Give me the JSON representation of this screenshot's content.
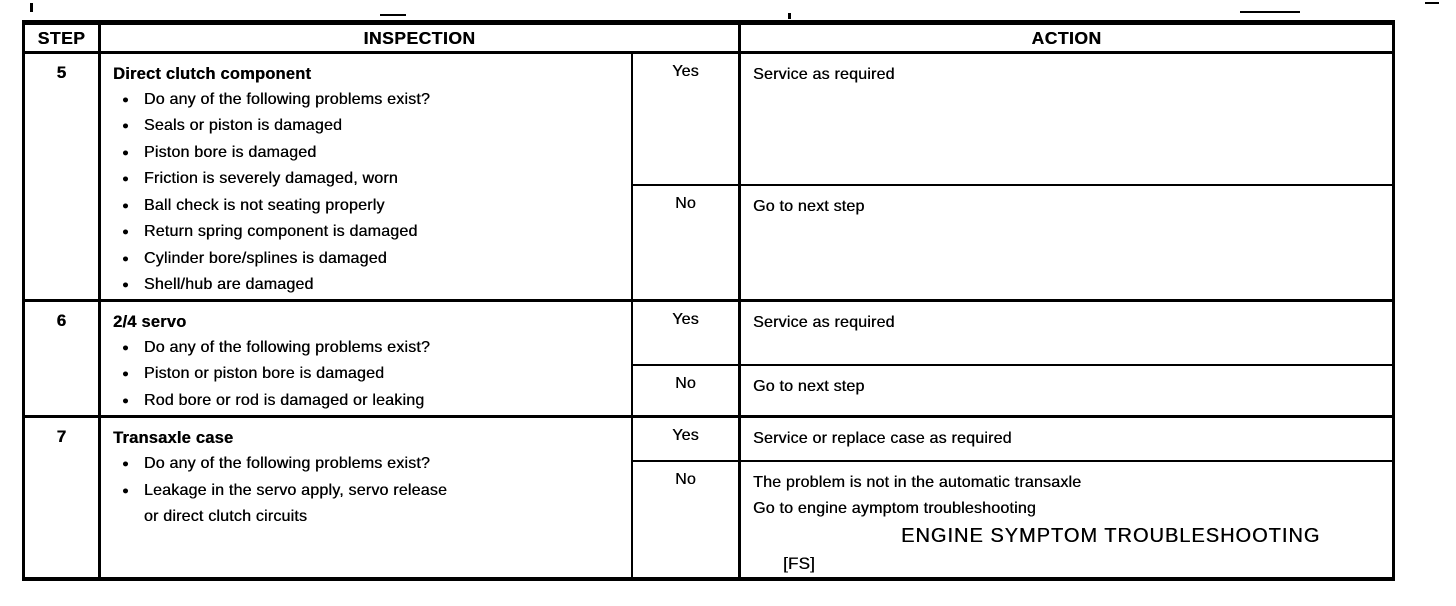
{
  "colors": {
    "ink": "#000000",
    "paper": "#ffffff"
  },
  "table": {
    "headers": {
      "step": "STEP",
      "inspection": "INSPECTION",
      "action": "ACTION"
    },
    "rows": [
      {
        "step": "5",
        "title": "Direct clutch component",
        "bullets": [
          "Do any of the following problems exist?",
          "Seals or piston is damaged",
          "Piston bore is damaged",
          "Friction is severely damaged, worn",
          "Ball check is not seating properly",
          "Return spring component is damaged",
          "Cylinder bore/splines is damaged",
          "Shell/hub are damaged"
        ],
        "branches": [
          {
            "answer": "Yes",
            "lines": [
              "Service as required"
            ]
          },
          {
            "answer": "No",
            "lines": [
              "Go to next step"
            ]
          }
        ]
      },
      {
        "step": "6",
        "title": "2/4 servo",
        "bullets": [
          "Do any of the following problems exist?",
          "Piston or piston bore is damaged",
          "Rod bore or rod is damaged or leaking"
        ],
        "branches": [
          {
            "answer": "Yes",
            "lines": [
              "Service as required"
            ]
          },
          {
            "answer": "No",
            "lines": [
              "Go to next step"
            ]
          }
        ]
      },
      {
        "step": "7",
        "title": "Transaxle case",
        "bullets": [
          "Do any of the following problems exist?",
          "Leakage in the servo apply, servo release\nor direct clutch circuits"
        ],
        "branches": [
          {
            "answer": "Yes",
            "lines": [
              "Service or replace case as required"
            ]
          },
          {
            "answer": "No",
            "lines": [
              "The problem is not in the automatic transaxle",
              "Go to engine aymptom troubleshooting",
              "ENGINE SYMPTOM TROUBLESHOOTING",
              "[FS]"
            ]
          }
        ]
      }
    ]
  }
}
